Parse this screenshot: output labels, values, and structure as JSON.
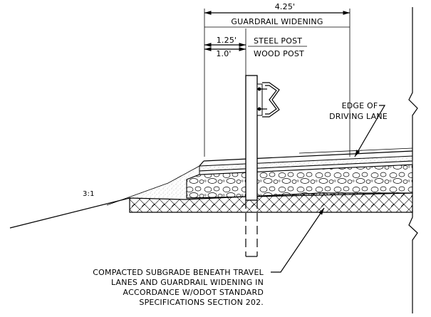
{
  "dimensions": {
    "overall": {
      "value": "4.25'",
      "label": "GUARDRAIL WIDENING"
    },
    "steel_post": {
      "value": "1.25'",
      "label": "STEEL POST"
    },
    "wood_post": {
      "value": "1.0'",
      "label": "WOOD POST"
    }
  },
  "callouts": {
    "edge_line1": "EDGE OF",
    "edge_line2": "DRIVING LANE",
    "subgrade_line1": "COMPACTED SUBGRADE BENEATH TRAVEL",
    "subgrade_line2": "LANES AND GUARDRAIL WIDENING IN",
    "subgrade_line3": "ACCORDANCE W/ODOT STANDARD",
    "subgrade_line4": "SPECIFICATIONS SECTION 202."
  },
  "slope": {
    "label": "3:1"
  },
  "colors": {
    "ink": "#000000",
    "paper": "#ffffff",
    "stipple": "#b8b8b8"
  },
  "icons": {
    "arrow": "arrowhead",
    "break": "break-line-zigzag"
  }
}
